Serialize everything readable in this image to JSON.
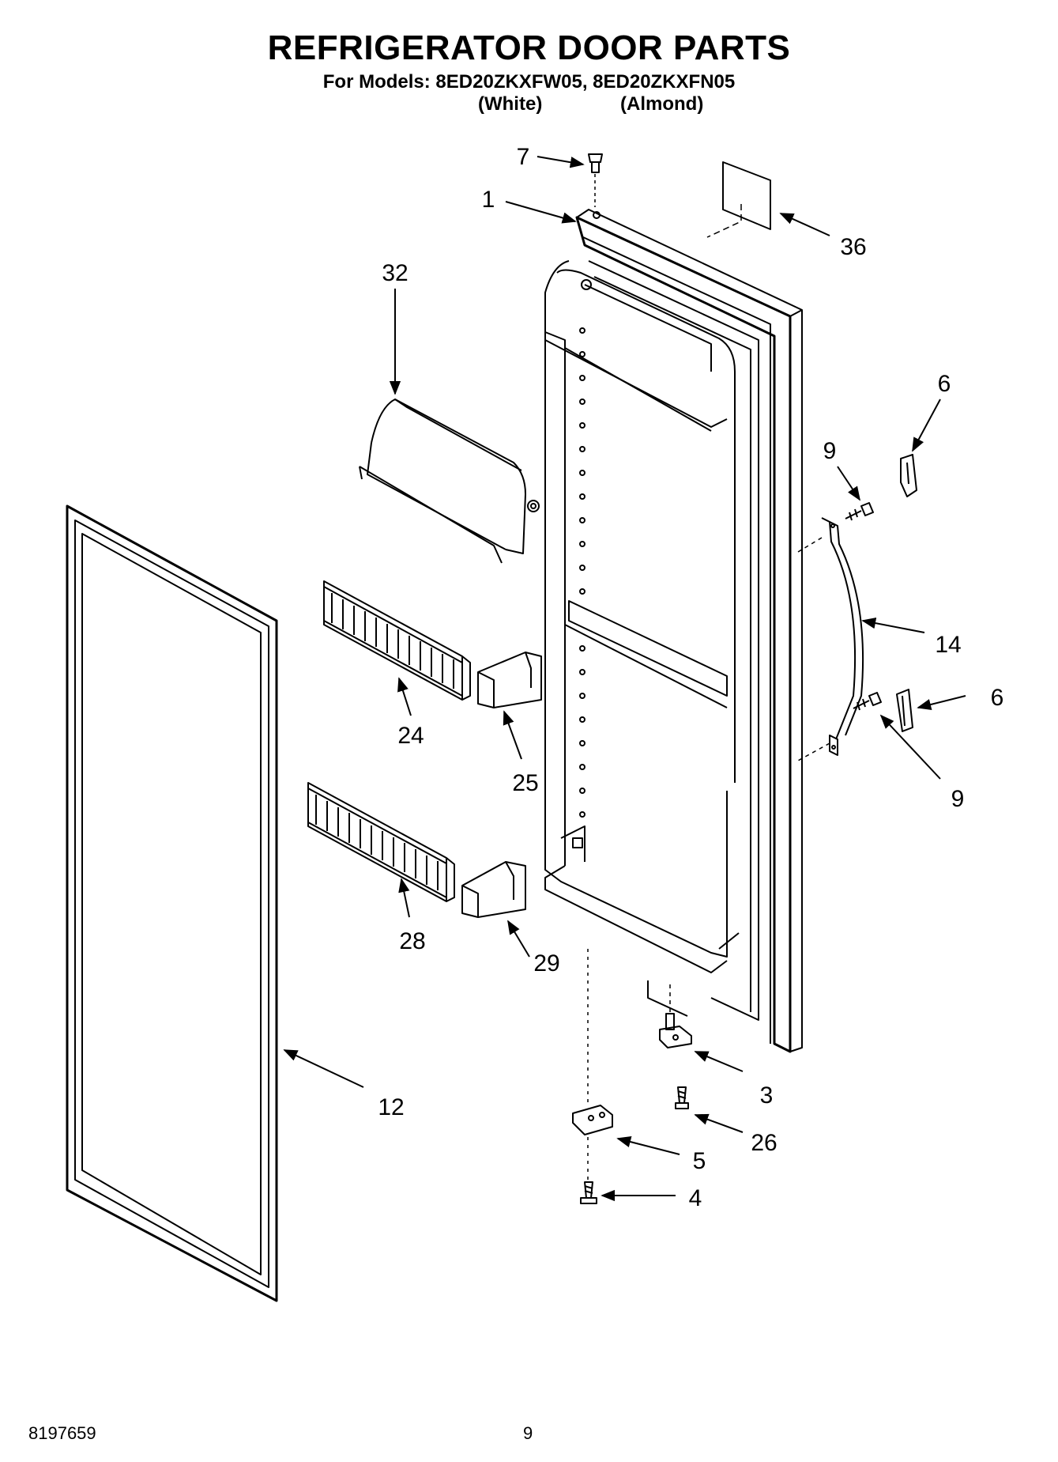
{
  "header": {
    "title": "REFRIGERATOR DOOR PARTS",
    "subtitle": "For Models: 8ED20ZKXFW05, 8ED20ZKXFN05",
    "variants": [
      "(White)",
      "(Almond)"
    ]
  },
  "callouts": [
    "7",
    "1",
    "36",
    "32",
    "6",
    "9",
    "14",
    "6",
    "9",
    "24",
    "25",
    "28",
    "29",
    "12",
    "3",
    "26",
    "5",
    "4"
  ],
  "footer": {
    "doc_number": "8197659",
    "page_number": "9"
  }
}
